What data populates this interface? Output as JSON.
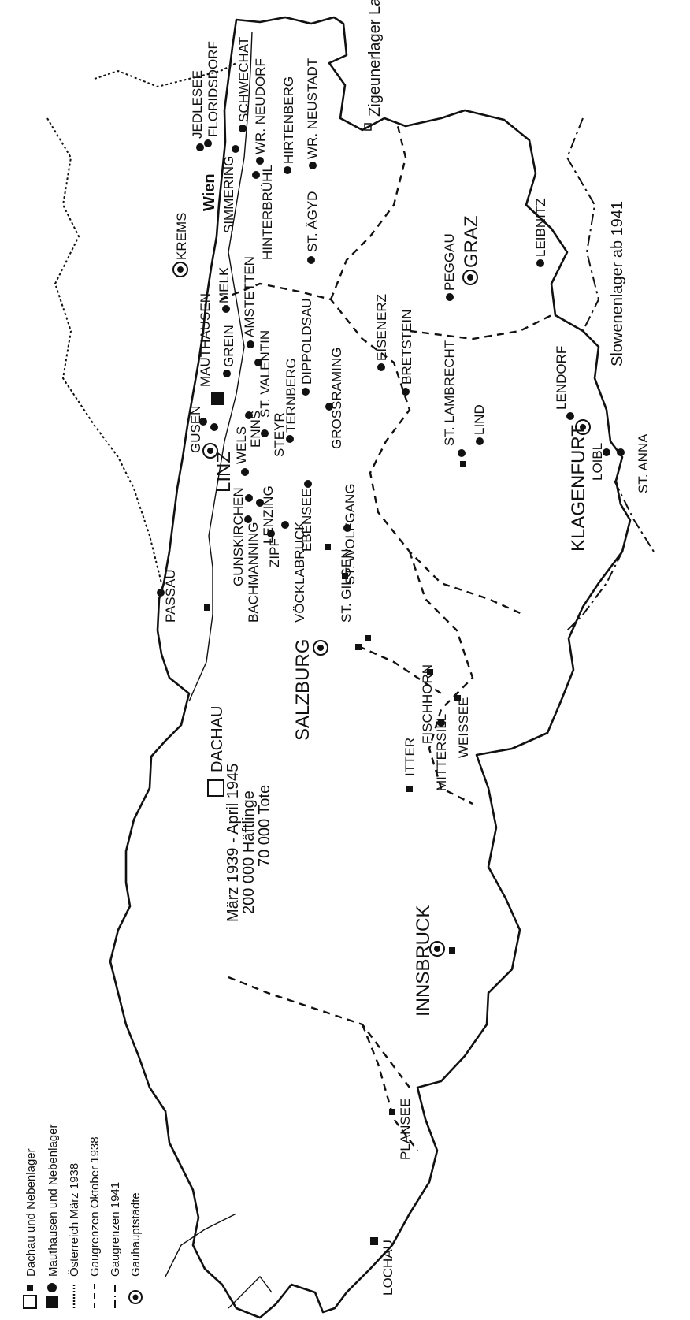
{
  "colors": {
    "ink": "#111111",
    "paper": "#ffffff"
  },
  "dachau_info": {
    "title": "DACHAU",
    "period": "März 1939 - April 1945",
    "prisoners": "200 000 Häftlinge",
    "dead": "70 000 Tote"
  },
  "slovene_note": "Slowenenlager ab 1941",
  "gypsy_camp": "Zigeunerlager Lackenbach",
  "capitals": {
    "wien": "Wien",
    "linz": "LINZ",
    "salzburg": "SALZBURG",
    "innsbruck": "INNSBRUCK",
    "graz": "GRAZ",
    "klagenfurt": "KLAGENFURT",
    "krems": "KREMS"
  },
  "places": {
    "passau": "PASSAU",
    "gusen": "GUSEN",
    "mauthausen": "MAUTHAUSEN",
    "grein": "GREIN",
    "melk": "MELK",
    "jedlesee": "JEDLESEE",
    "floridsdorf": "FLORIDSDORF",
    "schwechat": "SCHWECHAT",
    "wr_neudorf": "WR. NEUDORF",
    "hirtenberg": "HIRTENBERG",
    "wr_neustadt": "WR. NEUSTADT",
    "simmering": "SIMMERING",
    "hinterbruehl": "HINTERBRÜHL",
    "st_aegyd": "ST. ÄGYD",
    "amstetten": "AMSTETTEN",
    "st_valentin": "ST. VALENTIN",
    "ternberg": "TERNBERG",
    "dippoldsau": "DIPPOLDSAU",
    "grossraming": "GROSSRAMING",
    "eisenerz": "EISENERZ",
    "bretstein": "BRETSTEIN",
    "peggau": "PEGGAU",
    "leibnitz": "LEIBNITZ",
    "st_lambrecht": "ST. LAMBRECHT",
    "lind": "LIND",
    "lendorf": "LENDORF",
    "loibl": "LOIBL",
    "st_anna": "ST. ANNA",
    "gunskirchen": "GUNSKIRCHEN",
    "wels": "WELS",
    "enns": "ENNS",
    "steyr": "STEYR",
    "bachmanning": "BACHMANNING",
    "lenzing": "LENZING",
    "voecklabruck": "VÖCKLABRUCK",
    "zipf": "ZIPF",
    "ebensee": "EBENSEE",
    "st_wolfgang": "ST. WOLFGANG",
    "st_gilgen": "ST. GILGEN",
    "fischhorn": "FISCHHORN",
    "mittersill": "MITTERSILL",
    "weissee": "WEISSEE",
    "itter": "ITTER",
    "plansee": "PLANSEE",
    "lochau": "LOCHAU"
  },
  "legend": {
    "dachau": "Dachau und Nebenlager",
    "mauthausen": "Mauthausen und Nebenlager",
    "border_1938": "Österreich März 1938",
    "gau_1938": "Gaugrenzen Oktober 1938",
    "gau_1941": "Gaugrenzen 1941",
    "capitals": "Gauhauptstädte"
  }
}
